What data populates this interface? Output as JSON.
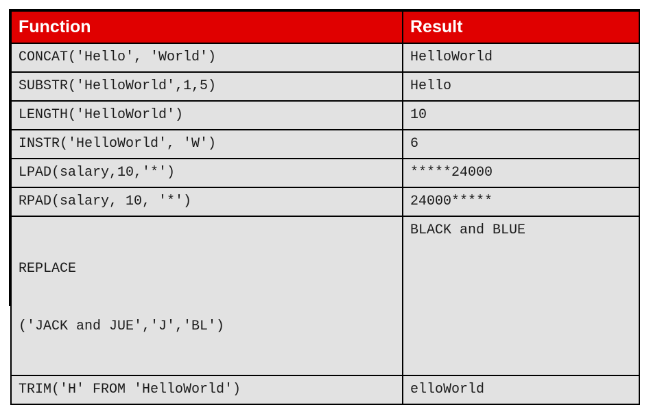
{
  "header": {
    "function": "Function",
    "result": "Result"
  },
  "rows": [
    {
      "function": "CONCAT('Hello', 'World')",
      "result": "HelloWorld"
    },
    {
      "function": "SUBSTR('HelloWorld',1,5)",
      "result": "Hello"
    },
    {
      "function": "LENGTH('HelloWorld')",
      "result": "10"
    },
    {
      "function": "INSTR('HelloWorld', 'W')",
      "result": "6"
    },
    {
      "function": "LPAD(salary,10,'*')",
      "result": "*****24000"
    },
    {
      "function": "RPAD(salary, 10, '*')",
      "result": "24000*****"
    },
    {
      "function_line1": "REPLACE",
      "function_line2": "('JACK and JUE','J','BL')",
      "result": "BLACK and BLUE"
    },
    {
      "function": "TRIM('H' FROM 'HelloWorld')",
      "result": "elloWorld"
    }
  ],
  "colors": {
    "header_bg": "#e00000",
    "header_text": "#ffffff",
    "cell_bg": "#e2e2e2",
    "border": "#000000"
  }
}
